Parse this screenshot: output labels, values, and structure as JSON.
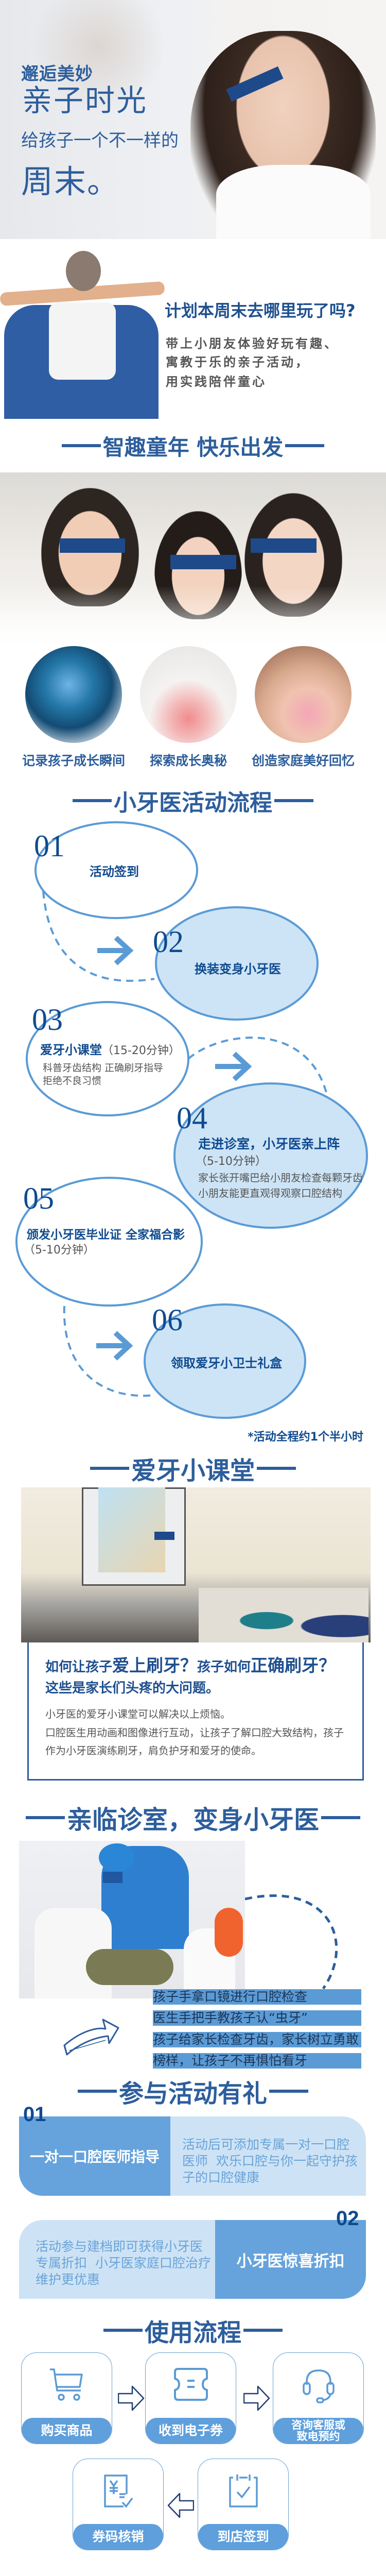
{
  "hero": {
    "kicker": "邂逅美妙",
    "title": "亲子时光",
    "subtitle": "给孩子一个不一样的",
    "title2": "周末。"
  },
  "intro": {
    "question": "计划本周末去哪里玩了吗?",
    "lines": [
      "带上小朋友体验好玩有趣、",
      "寓教于乐的亲子活动，",
      "用实践陪伴童心"
    ]
  },
  "section_fun": {
    "heading": "智趣童年 快乐出发",
    "features": [
      "记录孩子成长瞬间",
      "探索成长奥秘",
      "创造家庭美好回忆"
    ]
  },
  "process": {
    "heading": "小牙医活动流程",
    "steps": [
      {
        "num": "01",
        "title": "活动签到"
      },
      {
        "num": "02",
        "title": "换装变身小牙医"
      },
      {
        "num": "03",
        "title": "爱牙小课堂",
        "duration": "（15-20分钟）",
        "desc": [
          "科普牙齿结构 正确刷牙指导",
          "拒绝不良习惯"
        ]
      },
      {
        "num": "04",
        "title": "走进诊室，小牙医亲上阵",
        "duration": "（5-10分钟）",
        "desc": [
          "家长张开嘴巴给小朋友检查每颗牙齿",
          "小朋友能更直观得观察口腔结构"
        ]
      },
      {
        "num": "05",
        "title": "颁发小牙医毕业证 全家福合影",
        "duration": "（5-10分钟）"
      },
      {
        "num": "06",
        "title": "领取爱牙小卫士礼盒"
      }
    ],
    "note": "*活动全程约1个半小时"
  },
  "lesson": {
    "heading": "爱牙小课堂",
    "question": {
      "p1": "如何让孩子",
      "h1": "爱上刷牙？",
      "p2": "孩子如何",
      "h2": "正确刷牙？"
    },
    "question_line2": "这些是家长们头疼的大问题。",
    "body": [
      "小牙医的爱牙小课堂可以解决以上烦恼。",
      "口腔医生用动画和图像进行互动，让孩子了解口腔大致结构，孩子",
      "作为小牙医演练刷牙，肩负护牙和爱牙的使命。"
    ]
  },
  "clinic": {
    "heading": "亲临诊室，变身小牙医",
    "bullets": [
      "孩子手拿口镜进行口腔检查",
      "医生手把手教孩子认“虫牙”",
      "孩子给家长检查牙齿，家长树立勇敢",
      "榜样，让孩子不再惧怕看牙"
    ]
  },
  "gifts": {
    "heading": "参与活动有礼",
    "items": [
      {
        "num": "01",
        "title": "一对一口腔医师指导",
        "desc": [
          "活动后可添加专属一对一口腔",
          "医师  欢乐口腔与你一起守护孩",
          "子的口腔健康"
        ]
      },
      {
        "num": "02",
        "title": "小牙医惊喜折扣",
        "desc": [
          "活动参与建档即可获得小牙医",
          "专属折扣  小牙医家庭口腔治疗",
          "维护更优惠"
        ]
      }
    ]
  },
  "usage": {
    "heading": "使用流程",
    "steps": [
      {
        "icon": "shopping-cart-icon",
        "label": [
          "购买商品"
        ]
      },
      {
        "icon": "ticket-icon",
        "label": [
          "收到电子券"
        ]
      },
      {
        "icon": "headset-icon",
        "label": [
          "咨询客服或",
          "致电预约"
        ]
      },
      {
        "icon": "calendar-check-icon",
        "label": [
          "到店签到"
        ]
      },
      {
        "icon": "receipt-yen-icon",
        "label": [
          "券码核销"
        ]
      }
    ]
  },
  "colors": {
    "heading": "#2d5e9c",
    "navy": "#0f4a8f",
    "circle_stroke": "#5b9bd5",
    "circle_fill": "#cde4f6",
    "box_dark": "#66a3dc",
    "box_light": "#cde3f5"
  }
}
